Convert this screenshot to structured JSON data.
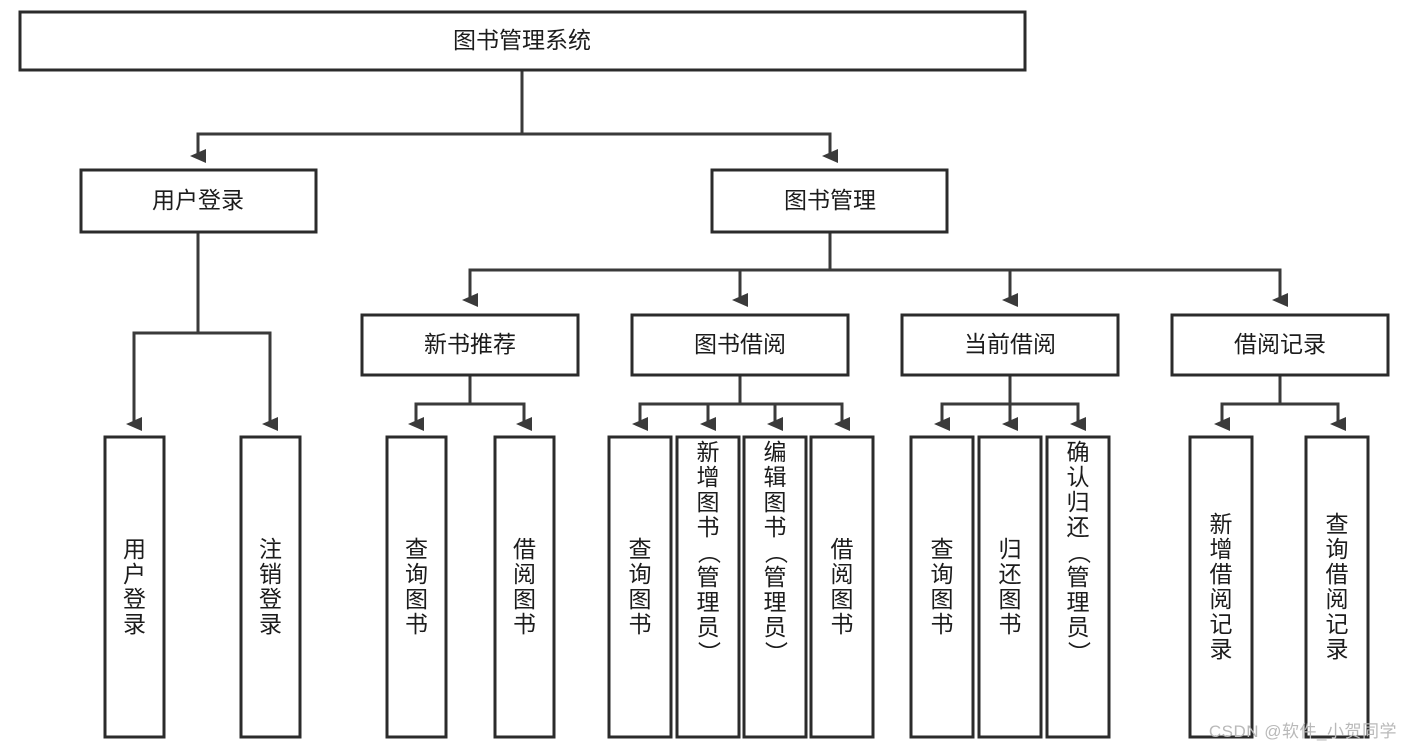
{
  "diagram": {
    "type": "tree-hierarchy-chart",
    "title": "图书管理系统",
    "watermark": "CSDN @软件_小贺同学",
    "colors": {
      "box_stroke": "#2b2b2b",
      "connector": "#3a3a3a",
      "background": "#ffffff",
      "text": "#1c1c1c",
      "watermark": "#b9b9b9"
    },
    "root": {
      "label": "图书管理系统"
    },
    "level2": [
      {
        "id": "user-login",
        "label": "用户登录"
      },
      {
        "id": "book-management",
        "label": "图书管理"
      }
    ],
    "level3": [
      {
        "id": "new-book-recommend",
        "label": "新书推荐",
        "parent": "book-management"
      },
      {
        "id": "book-borrow",
        "label": "图书借阅",
        "parent": "book-management"
      },
      {
        "id": "current-borrow",
        "label": "当前借阅",
        "parent": "book-management"
      },
      {
        "id": "borrow-record",
        "label": "借阅记录",
        "parent": "book-management"
      }
    ],
    "leaves": [
      {
        "id": "leaf-user-login",
        "label": "用户登录",
        "parent": "user-login"
      },
      {
        "id": "leaf-logout",
        "label": "注销登录",
        "parent": "user-login"
      },
      {
        "id": "leaf-query-book-1",
        "label": "查询图书",
        "parent": "new-book-recommend"
      },
      {
        "id": "leaf-borrow-book-1",
        "label": "借阅图书",
        "parent": "new-book-recommend"
      },
      {
        "id": "leaf-query-book-2",
        "label": "查询图书",
        "parent": "book-borrow"
      },
      {
        "id": "leaf-add-book",
        "label": "新增图书（管理员）",
        "parent": "book-borrow"
      },
      {
        "id": "leaf-edit-book",
        "label": "编辑图书（管理员）",
        "parent": "book-borrow"
      },
      {
        "id": "leaf-borrow-book-2",
        "label": "借阅图书",
        "parent": "book-borrow"
      },
      {
        "id": "leaf-query-book-3",
        "label": "查询图书",
        "parent": "current-borrow"
      },
      {
        "id": "leaf-return-book",
        "label": "归还图书",
        "parent": "current-borrow"
      },
      {
        "id": "leaf-confirm-return",
        "label": "确认归还（管理员）",
        "parent": "current-borrow"
      },
      {
        "id": "leaf-add-record",
        "label": "新增借阅记录",
        "parent": "borrow-record"
      },
      {
        "id": "leaf-query-record",
        "label": "查询借阅记录",
        "parent": "borrow-record"
      }
    ]
  }
}
